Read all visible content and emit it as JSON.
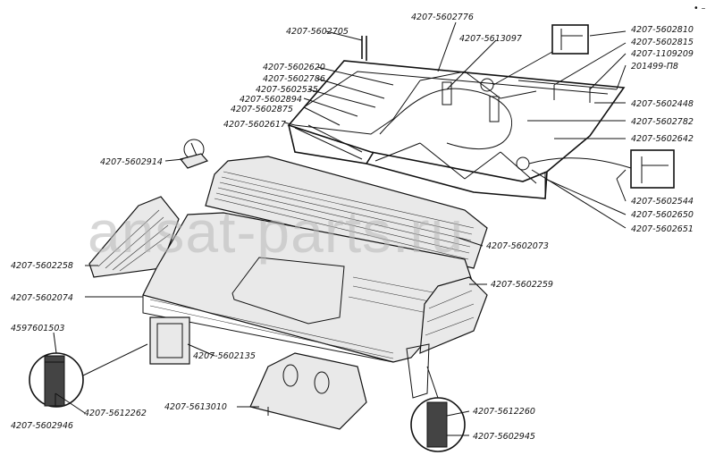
{
  "watermark": "ansat-parts.ru",
  "corner_mark": "• –",
  "labels": [
    "4207-5602705",
    "4207-5602776",
    "4207-5613097",
    "4207-5602810",
    "4207-5602815",
    "4207-1109209",
    "201499-П8",
    "4207-5602620",
    "4207-5602786",
    "4207-5602535",
    "4207-5602894",
    "4207-5602875",
    "4207-5602617",
    "4207-5602448",
    "4207-5602782",
    "4207-5602642",
    "4207-5602914",
    "4207-5602544",
    "4207-5602650",
    "4207-5602651",
    "4207-5602073",
    "4207-5602258",
    "4207-5602259",
    "4207-5602074",
    "4597601503",
    "4207-5602135",
    "4207-5613010",
    "4207-5612260",
    "4207-5612262",
    "4207-5602946",
    "4207-5602945"
  ]
}
